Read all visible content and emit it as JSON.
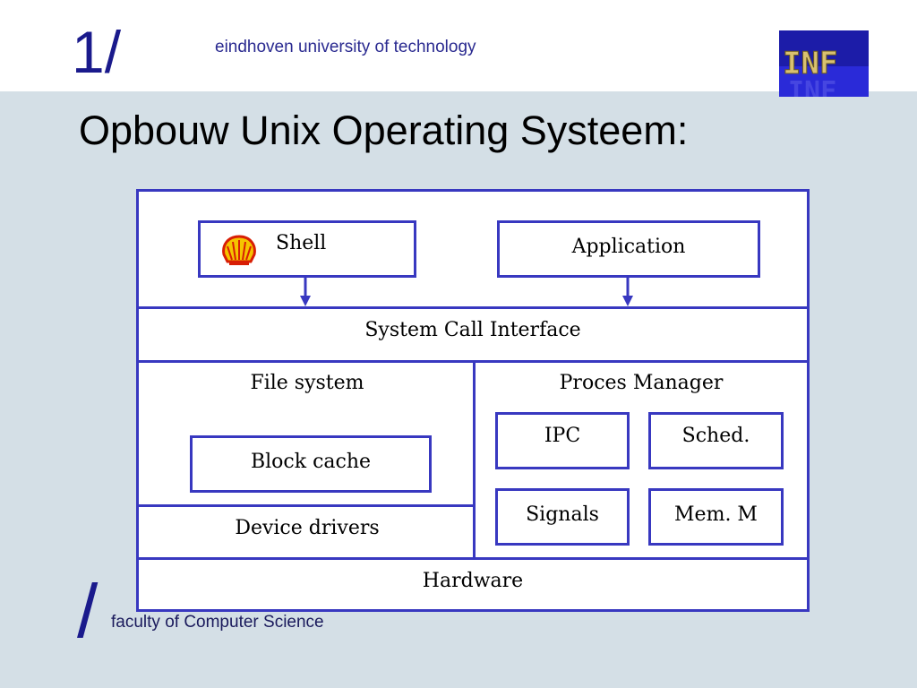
{
  "header": {
    "logo_number": "1/",
    "university": "eindhoven university of technology",
    "corner_logo_text": "INF"
  },
  "title": "Opbouw Unix Operating Systeem:",
  "diagram": {
    "shell": "Shell",
    "application": "Application",
    "system_call_interface": "System Call Interface",
    "file_system": "File system",
    "block_cache": "Block cache",
    "device_drivers": "Device drivers",
    "proces_manager": "Proces Manager",
    "ipc": "IPC",
    "sched": "Sched.",
    "signals": "Signals",
    "mem_m": "Mem. M",
    "hardware": "Hardware",
    "shell_icon": "shell-logo-icon"
  },
  "footer": {
    "slash": "/",
    "faculty": "faculty of Computer Science"
  },
  "colors": {
    "background": "#d4dfe6",
    "accent": "#3838c0",
    "logo": "#1a1a8c"
  }
}
